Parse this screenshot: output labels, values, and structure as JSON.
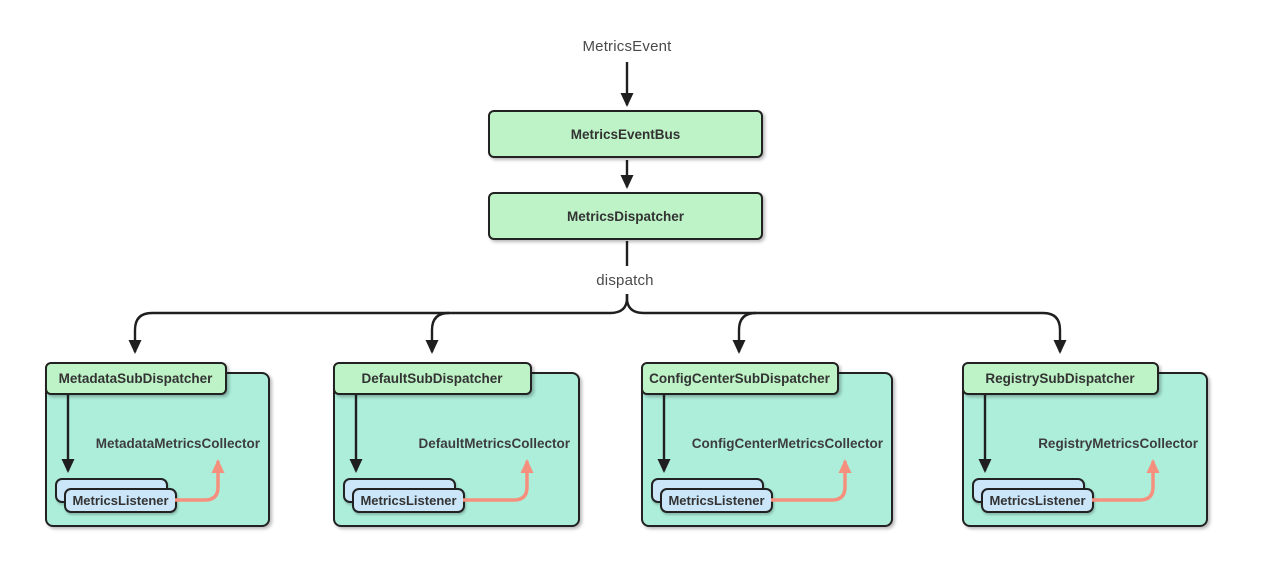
{
  "diagram": {
    "source_label": "MetricsEvent",
    "event_bus_label": "MetricsEventBus",
    "dispatcher_label": "MetricsDispatcher",
    "dispatch_edge_label": "dispatch",
    "groups": [
      {
        "dispatcher": "MetadataSubDispatcher",
        "collector": "MetadataMetricsCollector",
        "listener": "MetricsListener"
      },
      {
        "dispatcher": "DefaultSubDispatcher",
        "collector": "DefaultMetricsCollector",
        "listener": "MetricsListener"
      },
      {
        "dispatcher": "ConfigCenterSubDispatcher",
        "collector": "ConfigCenterMetricsCollector",
        "listener": "MetricsListener"
      },
      {
        "dispatcher": "RegistrySubDispatcher",
        "collector": "RegistryMetricsCollector",
        "listener": "MetricsListener"
      }
    ],
    "colors": {
      "node_green": "#bdf3c6",
      "container_teal": "#adeeda",
      "listener_blue": "#cbe6f8",
      "border_dark": "#222222",
      "arrow_black": "#1f1f1f",
      "arrow_salmon": "#f6907e",
      "text_dark": "#333333",
      "text_muted": "#4a4a4a"
    }
  }
}
